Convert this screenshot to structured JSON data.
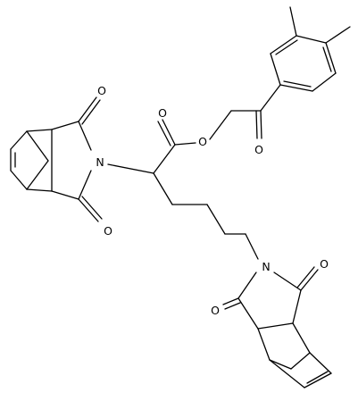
{
  "atom_labels": {
    "o_left_upper": "O",
    "n_left": "N",
    "o_left_lower": "O",
    "o_ester_carbonyl": "O",
    "o_ester_link": "O",
    "o_ketone": "O",
    "n_right": "N",
    "o_right_upper": "O",
    "o_right_lower": "O"
  }
}
